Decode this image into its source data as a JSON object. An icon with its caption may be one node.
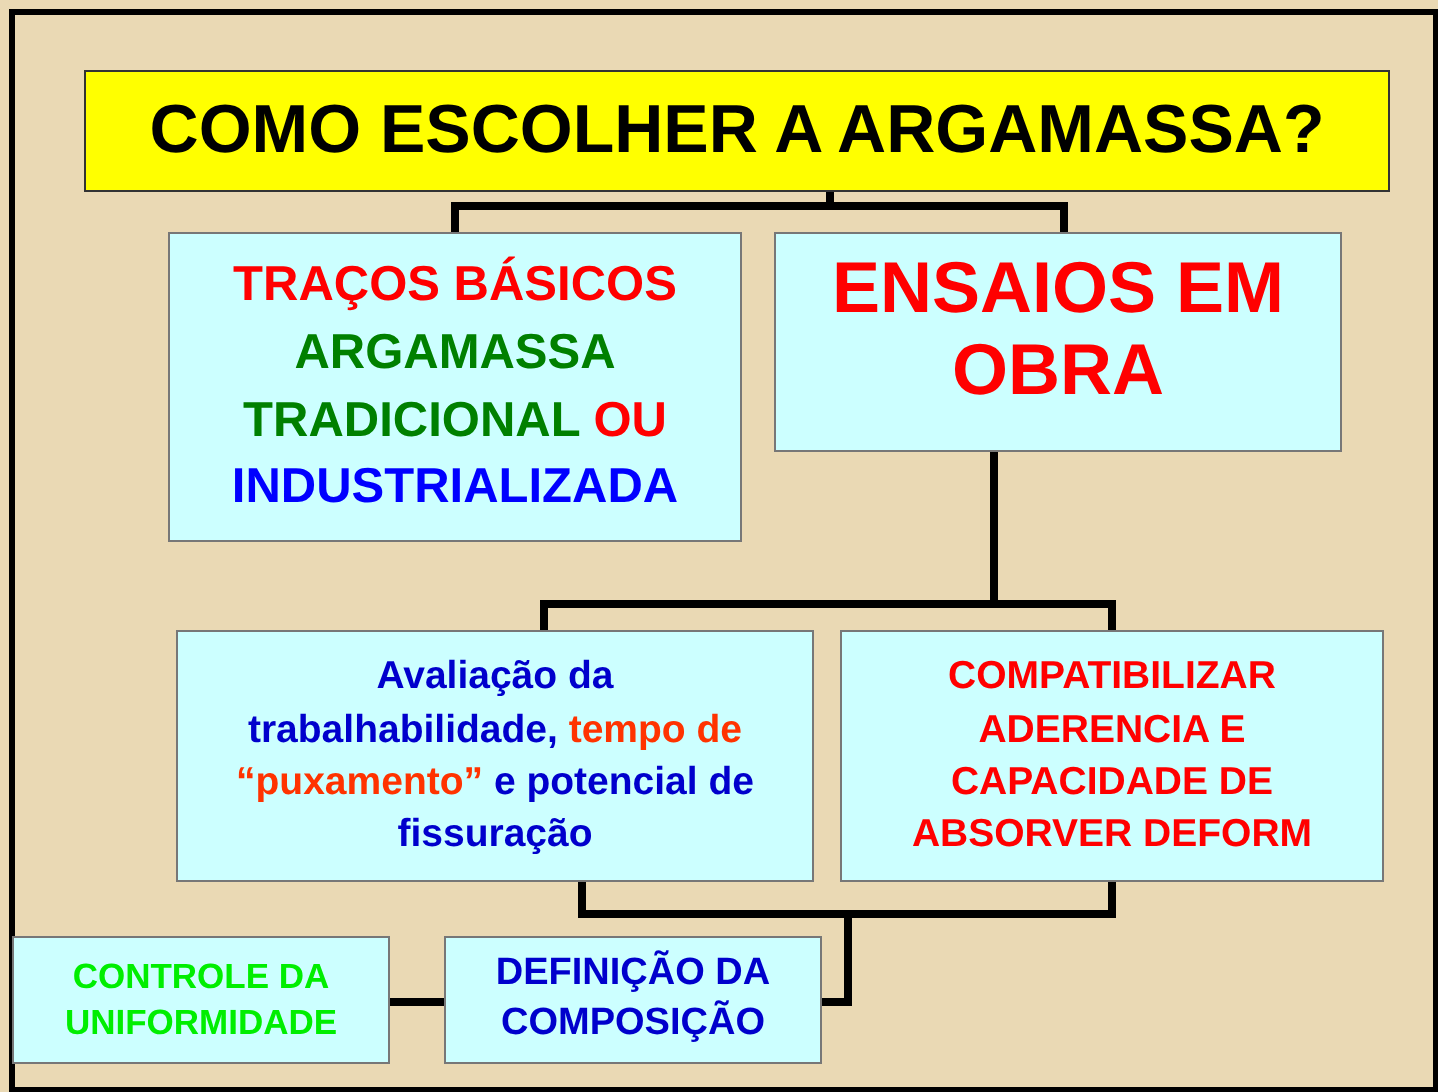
{
  "diagram": {
    "nodes": [
      {
        "text": [
          "COMO ESCOLHER A ARGAMASSA?"
        ]
      },
      {
        "text": [
          "TRAÇOS BÁSICOS",
          "ARGAMASSA TRADICIONAL",
          "OU",
          "INDUSTRIALIZADA"
        ]
      },
      {
        "text": [
          "ENSAIOS EM OBRA"
        ]
      },
      {
        "text": [
          "Avaliação da trabalhabilidade,",
          "tempo de “puxamento”",
          "e potencial de fissuração"
        ]
      },
      {
        "text": [
          "COMPATIBILIZAR ADERENCIA E CAPACIDADE DE ABSORVER DEFORM"
        ]
      },
      {
        "text": [
          "DEFINIÇÃO DA COMPOSIÇÃO"
        ]
      },
      {
        "text": [
          "CONTROLE DA UNIFORMIDADE"
        ]
      }
    ],
    "edges": [
      {
        "from": 0,
        "to": 1,
        "arrow": "none"
      },
      {
        "from": 0,
        "to": 2,
        "arrow": "none"
      },
      {
        "from": 2,
        "to": 3,
        "arrow": "none"
      },
      {
        "from": 2,
        "to": 4,
        "arrow": "none"
      },
      {
        "from": 3,
        "to": 5,
        "arrow": "none"
      },
      {
        "from": 4,
        "to": 5,
        "arrow": "none"
      },
      {
        "from": 5,
        "to": 6,
        "arrow": "none"
      }
    ]
  }
}
